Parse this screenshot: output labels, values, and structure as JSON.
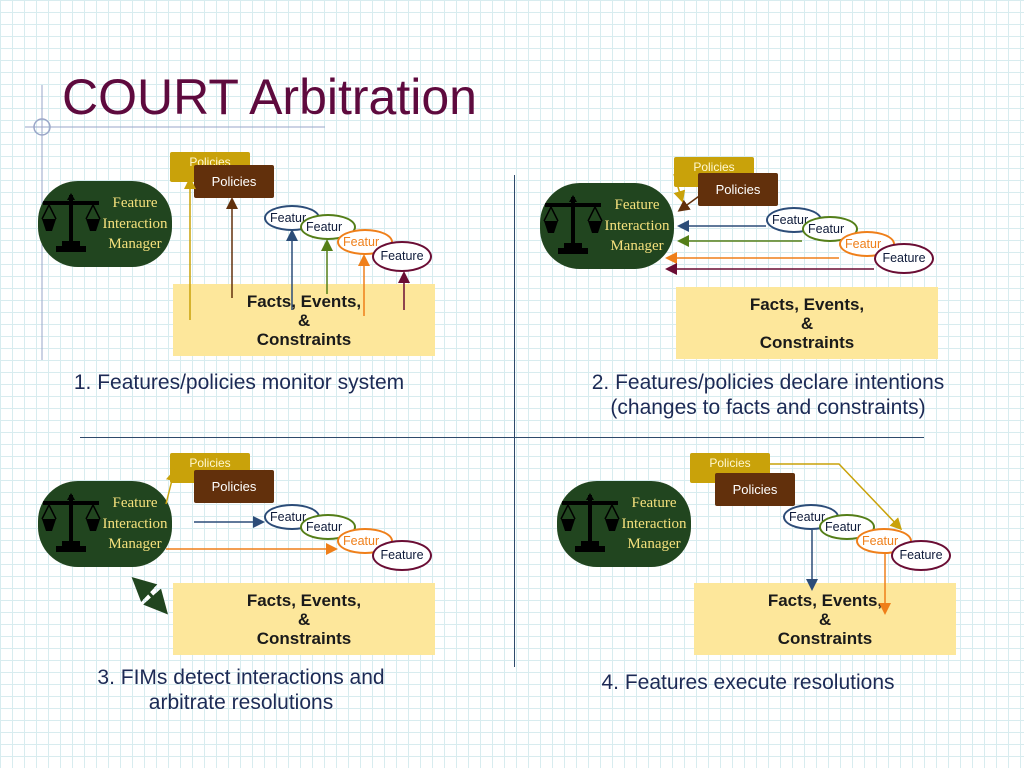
{
  "title": "COURT Arbitration",
  "colors": {
    "title": "#5e0a3e",
    "fim_background": "#21451f",
    "fim_text": "#f4e07c",
    "facts_background": "#fde79b",
    "policies_front": "#62300c",
    "policies_back": "#c9a20a",
    "feature_border_1": "#2c4c78",
    "feature_border_2": "#547e18",
    "feature_border_3": "#ef7f1a",
    "feature_border_4": "#6a0d34"
  },
  "common": {
    "fim_label": "Feature Interaction Manager",
    "fim_label_lines": [
      "Feature",
      "Interaction",
      "Manager"
    ],
    "policies": "Policies",
    "feature": "Feature",
    "feature_cut": "Featur",
    "facts_lines": [
      "Facts, Events,",
      "&",
      "Constraints"
    ]
  },
  "panels": [
    {
      "caption_lines": [
        "1. Features/policies monitor system"
      ]
    },
    {
      "caption_lines": [
        "2. Features/policies declare intentions",
        "(changes to facts and constraints)"
      ]
    },
    {
      "caption_lines": [
        "3. FIMs detect interactions and",
        "arbitrate resolutions"
      ]
    },
    {
      "caption_lines": [
        "4. Features execute resolutions"
      ]
    }
  ]
}
